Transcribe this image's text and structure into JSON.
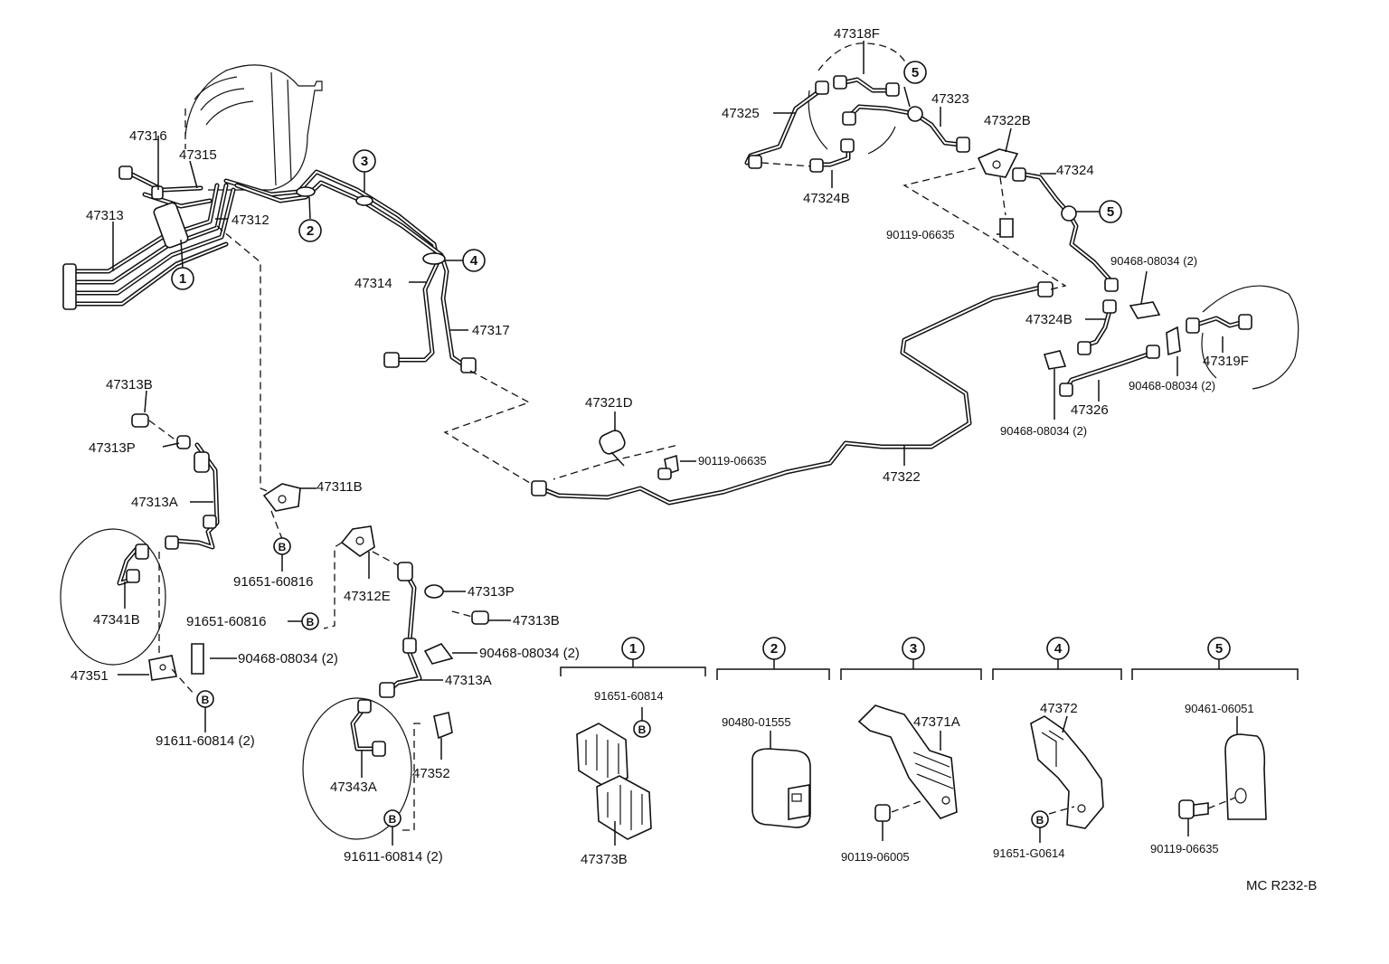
{
  "diagram": {
    "footer_code": "MC  R232-B",
    "callouts": [
      "1",
      "2",
      "3",
      "4",
      "5"
    ],
    "bolt_marker": "B",
    "labels": {
      "p47316": "47316",
      "p47315": "47315",
      "p47313": "47313",
      "p47312": "47312",
      "p47314": "47314",
      "p47317": "47317",
      "p47313b_a": "47313B",
      "p47313p_a": "47313P",
      "p47313a_a": "47313A",
      "p47311b": "47311B",
      "p47341b": "47341B",
      "p47351": "47351",
      "p90468_a": "90468-08034 (2)",
      "p91611_a": "91611-60814 (2)",
      "p91651_a": "91651-60816",
      "p91651_b": "91651-60816",
      "p47312e": "47312E",
      "p47313p_b": "47313P",
      "p47313b_b": "47313B",
      "p90468_b": "90468-08034 (2)",
      "p47313a_b": "47313A",
      "p47343a": "47343A",
      "p47352": "47352",
      "p91611_b": "91611-60814 (2)",
      "p47321d": "47321D",
      "p90119_a": "90119-06635",
      "p47322": "47322",
      "p47318f": "47318F",
      "p47325": "47325",
      "p47323": "47323",
      "p47324b_a": "47324B",
      "p47322b": "47322B",
      "p47324": "47324",
      "p90119_b": "90119-06635",
      "p90468_c": "90468-08034 (2)",
      "p47324b_b": "47324B",
      "p47319f": "47319F",
      "p47326": "47326",
      "p90468_d": "90468-08034 (2)",
      "p90468_e": "90468-08034 (2)"
    },
    "detail_groups": [
      {
        "callout": "1",
        "parts": [
          "91651-60814",
          "47373B"
        ]
      },
      {
        "callout": "2",
        "parts": [
          "90480-01555"
        ]
      },
      {
        "callout": "3",
        "parts": [
          "47371A",
          "90119-06005"
        ]
      },
      {
        "callout": "4",
        "parts": [
          "47372",
          "91651-G0614"
        ]
      },
      {
        "callout": "5",
        "parts": [
          "90461-06051",
          "90119-06635"
        ]
      }
    ]
  }
}
